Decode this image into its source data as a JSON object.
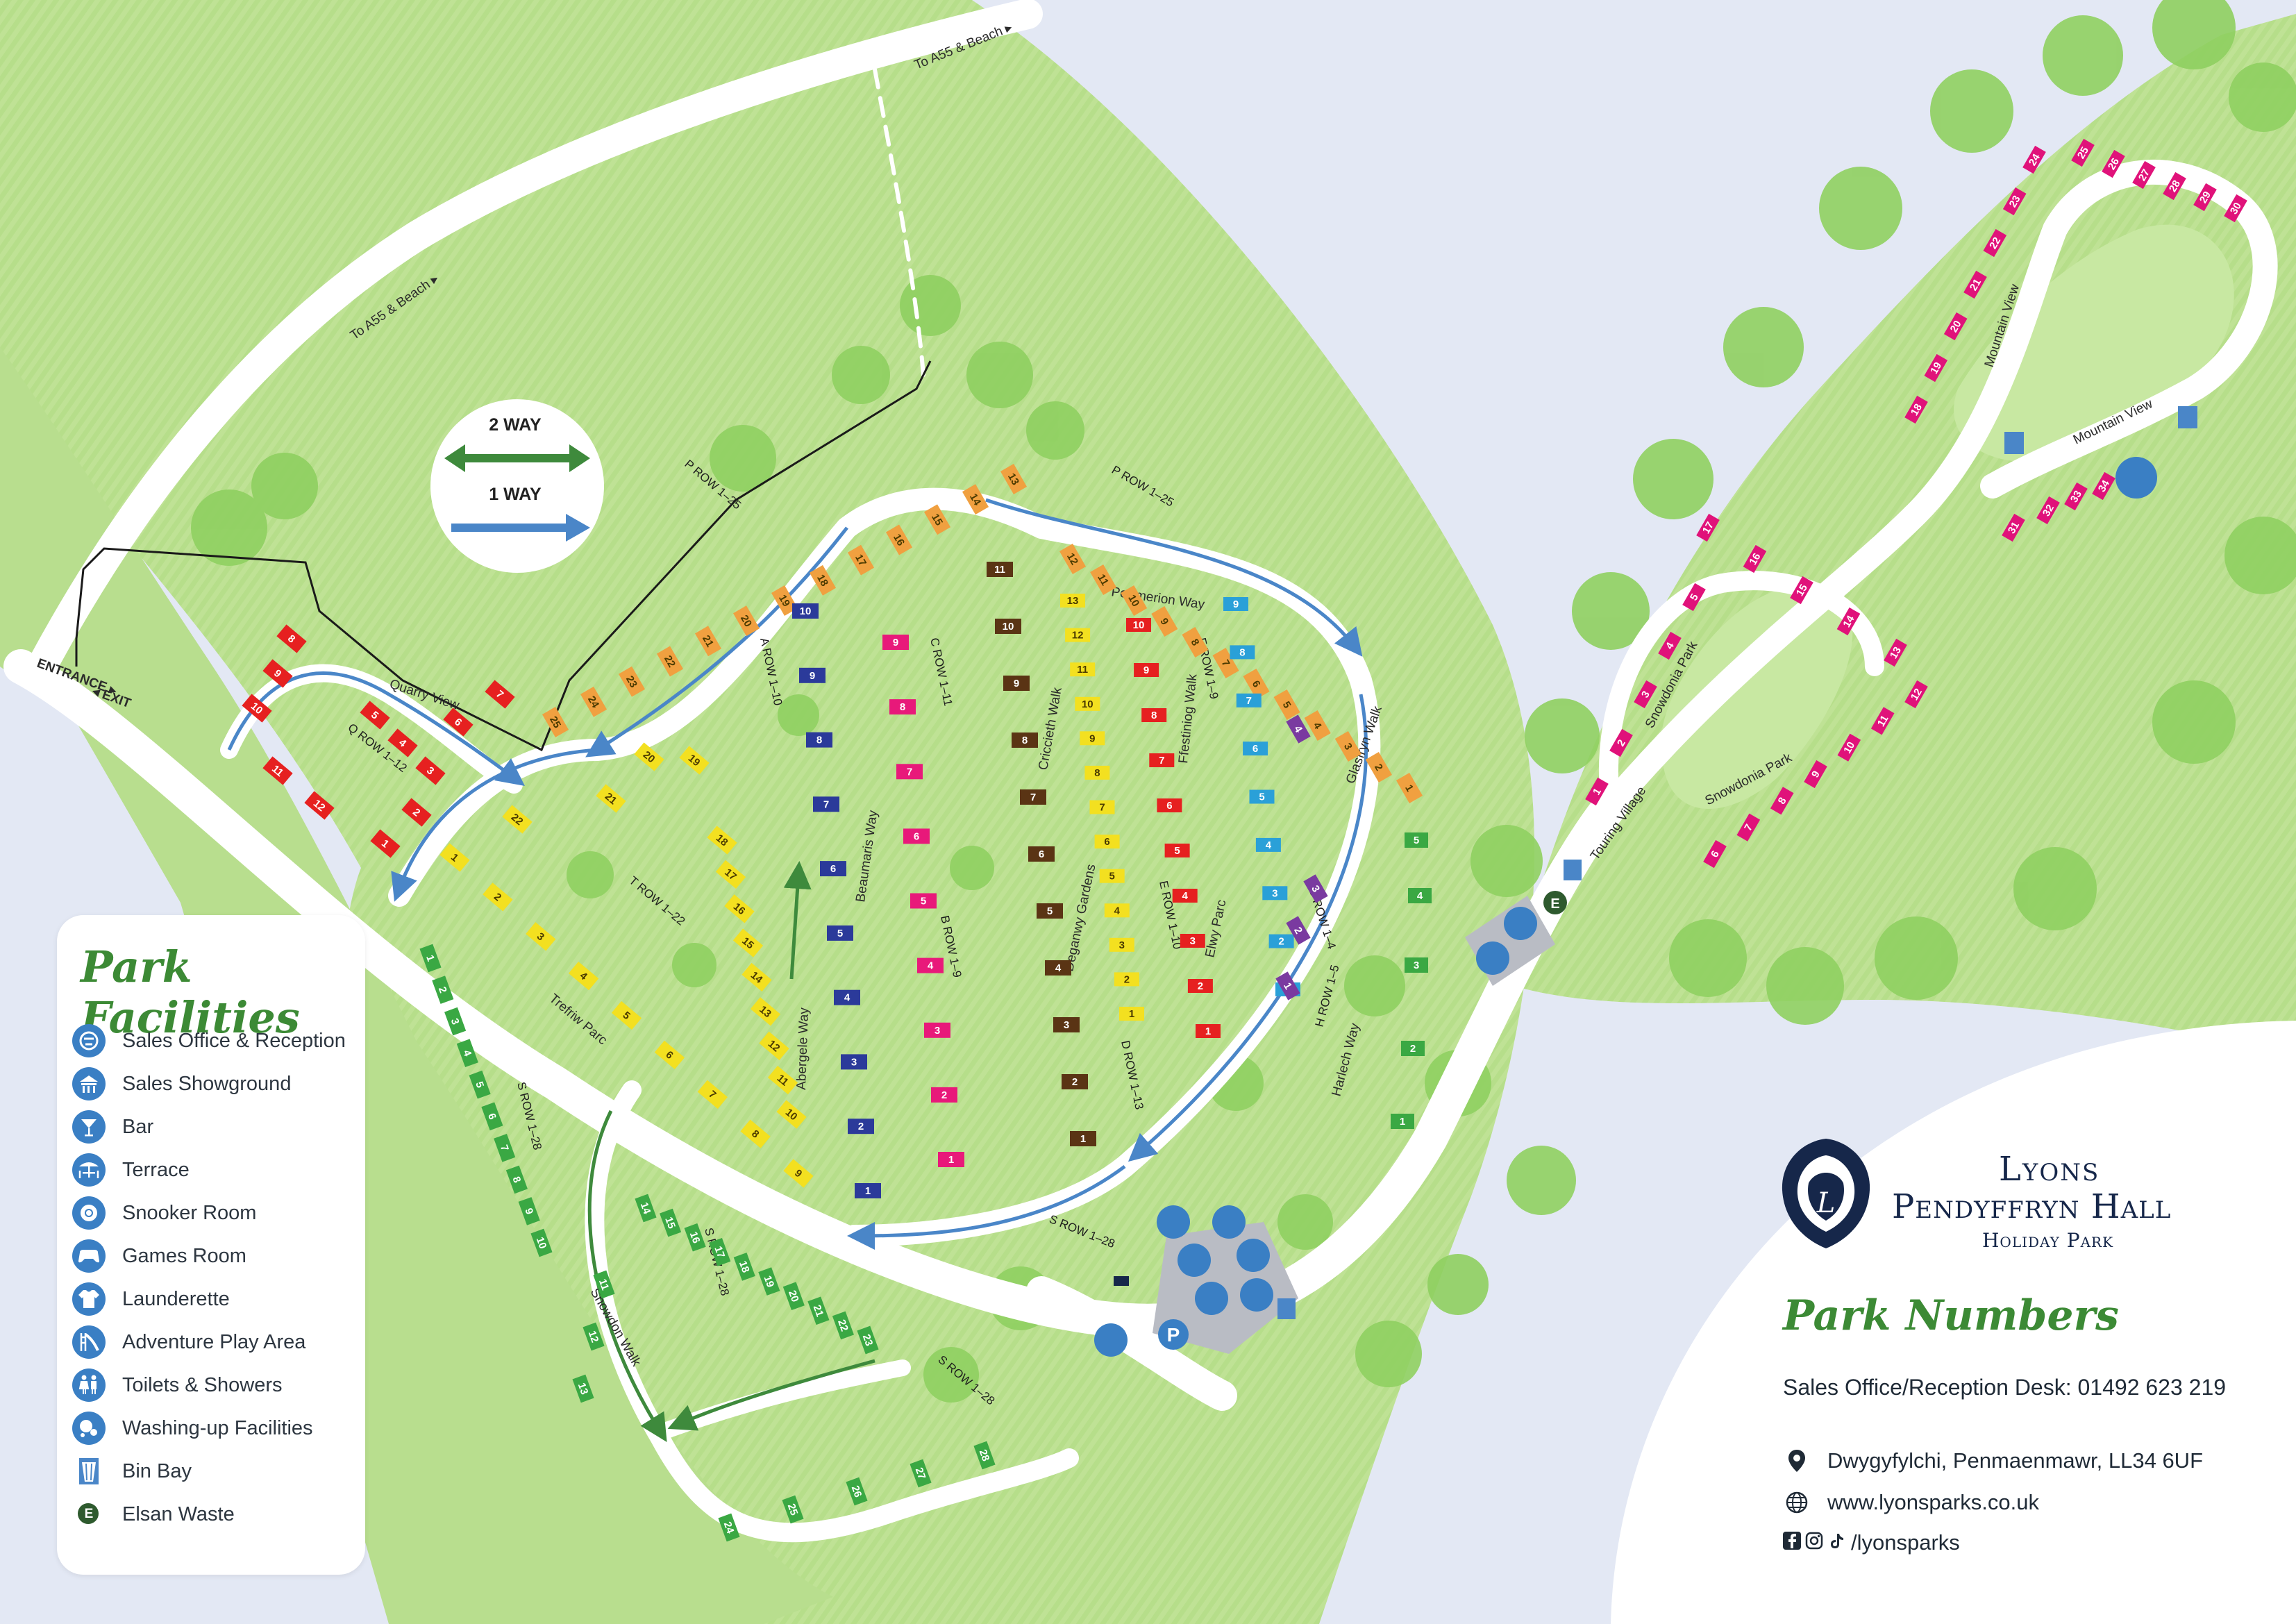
{
  "colors": {
    "background": "#e3e8f4",
    "grass": "#b4dd88",
    "grass_light": "#c8e8a0",
    "road": "#ffffff",
    "one_way_arrow": "#4a86c8",
    "two_way_arrow": "#3e8a3c",
    "heading_green": "#3c8a35",
    "brand_navy": "#16274a",
    "facility_blue": "#3a7fc4",
    "bin_blue": "#4a86c8",
    "elsan_green": "#2e5a2e",
    "row_p": "#f0a040",
    "row_q": "#e62020",
    "row_t": "#f3e020",
    "row_a": "#2b3a9a",
    "row_b": "#e8197a",
    "row_c": "#5a3414",
    "row_d": "#f3e020",
    "row_e": "#e62020",
    "row_f": "#2aa0d8",
    "row_g": "#7a3aa0",
    "row_h": "#3aa843",
    "row_s": "#3aa843",
    "row_mountain": "#e0127a"
  },
  "road_labels": {
    "to_a55_upper": "To A55 & Beach ▸",
    "to_a55_main": "To A55 & Beach ▸",
    "entrance": "ENTRANCE ▸",
    "exit": "◂ EXIT",
    "quarry_view": "Quarry View",
    "trefriw_parc": "Trefriw Parc",
    "snowdon_walk": "Snowdon Walk",
    "abergele_way": "Abergele Way",
    "beaumaris_way": "Beaumaris Way",
    "criccieth_walk": "Criccieth Walk",
    "deganwy_gardens": "Deganwy Gardens",
    "ffestiniog_walk": "Ffestiniog Walk",
    "elwy_parc": "Elwy Parc",
    "glasfryn_walk": "Glasfryn Walk",
    "portmerion_way": "Portmerion Way",
    "harlech_way": "Harlech Way",
    "touring_village": "Touring Village",
    "snowdonia_park_1": "Snowdonia Park",
    "snowdonia_park_2": "Snowdonia Park",
    "mountain_view_1": "Mountain View",
    "mountain_view_2": "Mountain View"
  },
  "row_labels": {
    "p_row_left": "P ROW 1–25",
    "p_row_right": "P ROW 1–25",
    "q_row": "Q ROW 1–12",
    "t_row": "T ROW 1–22",
    "a_row": "A ROW 1–10",
    "b_row": "B ROW 1–9",
    "c_row": "C ROW 1–11",
    "d_row": "D ROW 1–13",
    "e_row": "E ROW 1–10",
    "f_row": "F ROW 1–9",
    "g_row": "G ROW 1–4",
    "h_row": "H ROW 1–5",
    "s_row_1": "S ROW 1–28",
    "s_row_2": "S ROW 1–28",
    "s_row_3": "S ROW 1–28",
    "s_row_4": "S ROW 1–28"
  },
  "direction_key": {
    "two_way": "2 WAY",
    "one_way": "1 WAY"
  },
  "pitches": {
    "p": [
      "1",
      "2",
      "3",
      "4",
      "5",
      "6",
      "7",
      "8",
      "9",
      "10",
      "11",
      "12",
      "13",
      "14",
      "15",
      "16",
      "17",
      "18",
      "19",
      "20",
      "21",
      "22",
      "23",
      "24",
      "25"
    ],
    "q": [
      "1",
      "2",
      "3",
      "4",
      "5",
      "6",
      "7",
      "8",
      "9",
      "10",
      "11",
      "12"
    ],
    "t": [
      "1",
      "2",
      "3",
      "4",
      "5",
      "6",
      "7",
      "8",
      "9",
      "10",
      "11",
      "12",
      "13",
      "14",
      "15",
      "16",
      "17",
      "18",
      "19",
      "20",
      "21",
      "22"
    ],
    "a": [
      "1",
      "2",
      "3",
      "4",
      "5",
      "6",
      "7",
      "8",
      "9",
      "10"
    ],
    "b": [
      "1",
      "2",
      "3",
      "4",
      "5",
      "6",
      "7",
      "8",
      "9"
    ],
    "c": [
      "1",
      "2",
      "3",
      "4",
      "5",
      "6",
      "7",
      "8",
      "9",
      "10",
      "11"
    ],
    "d": [
      "1",
      "2",
      "3",
      "4",
      "5",
      "6",
      "7",
      "8",
      "9",
      "10",
      "11",
      "12",
      "13"
    ],
    "e": [
      "1",
      "2",
      "3",
      "4",
      "5",
      "6",
      "7",
      "8",
      "9",
      "10"
    ],
    "f": [
      "1",
      "2",
      "3",
      "4",
      "5",
      "6",
      "7",
      "8",
      "9"
    ],
    "g": [
      "1",
      "2",
      "3",
      "4"
    ],
    "h": [
      "1",
      "2",
      "3",
      "4",
      "5"
    ],
    "s": [
      "1",
      "2",
      "3",
      "4",
      "5",
      "6",
      "7",
      "8",
      "9",
      "10",
      "11",
      "12",
      "13",
      "14",
      "15",
      "16",
      "17",
      "18",
      "19",
      "20",
      "21",
      "22",
      "23",
      "24",
      "25",
      "26",
      "27",
      "28"
    ],
    "mountain": [
      "1",
      "2",
      "3",
      "4",
      "5",
      "6",
      "7",
      "8",
      "9",
      "10",
      "11",
      "12",
      "13",
      "14",
      "15",
      "16",
      "17",
      "18",
      "19",
      "20",
      "21",
      "22",
      "23",
      "24",
      "25",
      "26",
      "27",
      "28",
      "29",
      "30",
      "31",
      "32",
      "33",
      "34"
    ]
  },
  "legend": {
    "title": "Park Facilities",
    "items": [
      {
        "label": "Sales Office & Reception",
        "icon": "lion-crest-icon"
      },
      {
        "label": "Sales Showground",
        "icon": "showground-icon"
      },
      {
        "label": "Bar",
        "icon": "cocktail-glass-icon"
      },
      {
        "label": "Terrace",
        "icon": "table-chairs-icon"
      },
      {
        "label": "Snooker Room",
        "icon": "snooker-ball-icon"
      },
      {
        "label": "Games Room",
        "icon": "gamepad-icon"
      },
      {
        "label": "Launderette",
        "icon": "tshirt-icon"
      },
      {
        "label": "Adventure Play Area",
        "icon": "slide-icon"
      },
      {
        "label": "Toilets & Showers",
        "icon": "toilet-people-icon"
      },
      {
        "label": "Washing-up Facilities",
        "icon": "washing-bubbles-icon"
      },
      {
        "label": "Bin Bay",
        "icon": "bin-icon"
      },
      {
        "label": "Elsan Waste",
        "icon": "elsan-e-icon",
        "badge": "E"
      }
    ]
  },
  "map_markers": {
    "parking": "P",
    "elsan": "E"
  },
  "brand": {
    "line1": "Lyons",
    "line2": "Pendyffryn Hall",
    "line3": "Holiday Park"
  },
  "info": {
    "title": "Park Numbers",
    "sales_desk": "Sales Office/Reception Desk: 01492 623 219",
    "address": "Dwygyfylchi, Penmaenmawr, LL34 6UF",
    "website": "www.lyonsparks.co.uk",
    "social": "/lyonsparks"
  }
}
